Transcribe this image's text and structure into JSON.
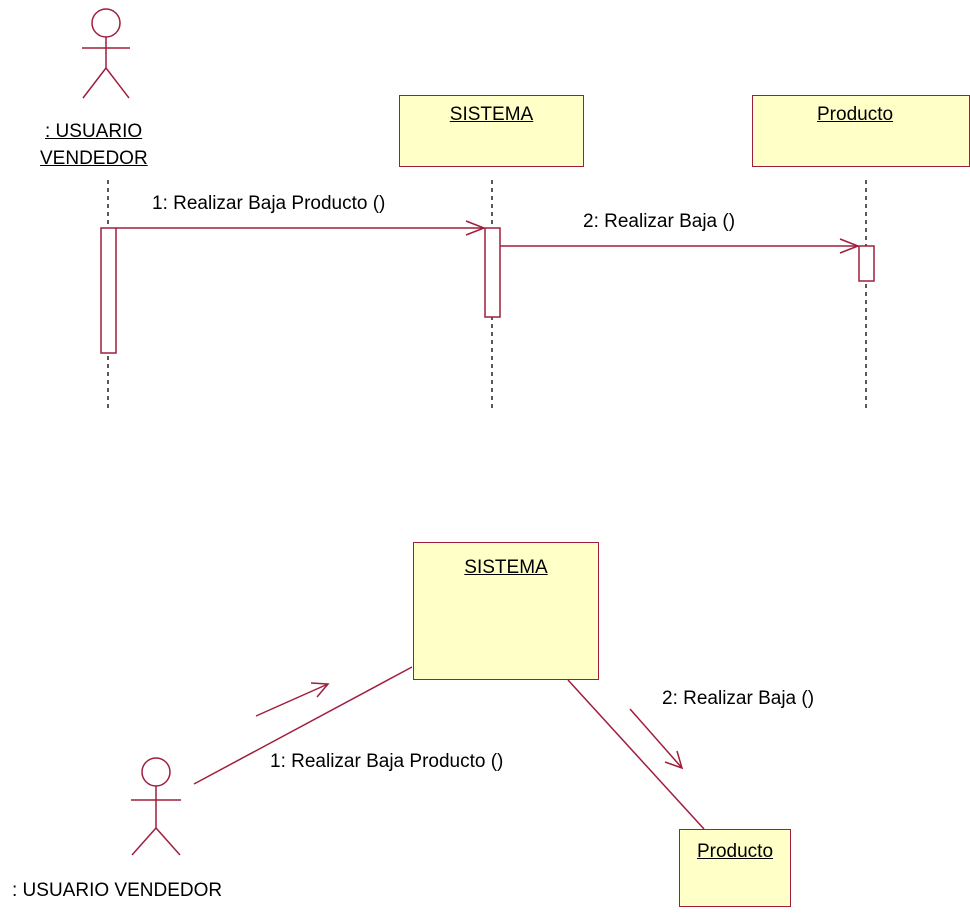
{
  "colors": {
    "line": "#a01e3c",
    "fill": "#ffffc8",
    "text": "#000000"
  },
  "sequence": {
    "actor_label_line1": ": USUARIO",
    "actor_label_line2": "VENDEDOR",
    "object_sistema": "SISTEMA",
    "object_producto": "Producto",
    "message_1": "1: Realizar Baja Producto ()",
    "message_2": "2: Realizar Baja ()"
  },
  "collaboration": {
    "object_sistema": "SISTEMA",
    "object_producto": "Producto",
    "actor_label": ": USUARIO VENDEDOR",
    "message_1": "1: Realizar Baja Producto ()",
    "message_2": "2: Realizar Baja ()"
  }
}
